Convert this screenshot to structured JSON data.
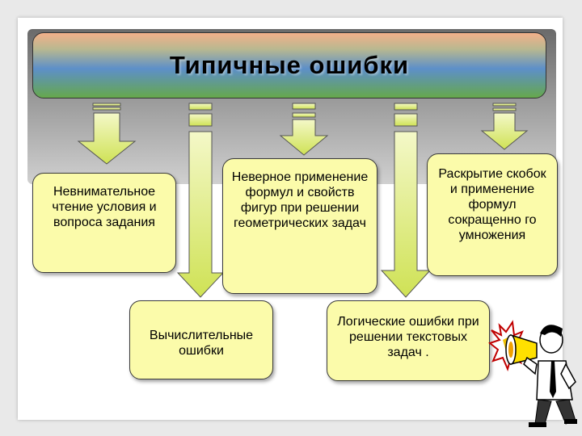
{
  "title": "Типичные ошибки",
  "boxes": {
    "inattentive_reading": "Невнимательное чтение условия и вопроса задания",
    "formula_misuse": "Неверное применение формул и свойств фигур при решении геометрических задач",
    "brackets": "Раскрытие скобок и применение формул сокращенно го умножения",
    "computational": "Вычислительные ошибки",
    "logical": "Логические ошибки при решении текстовых задач ."
  },
  "colors": {
    "arrow_fill": "#e2ef7a",
    "box_fill": "#fbfbaa"
  }
}
